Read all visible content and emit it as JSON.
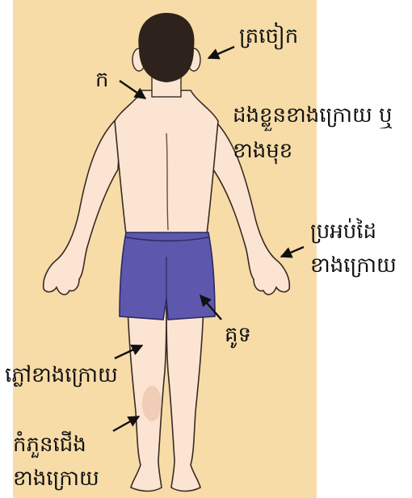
{
  "labels": {
    "ear": "ត្រចៀក",
    "neck": "ក",
    "back_line1": "ដងខ្លួនខាងក្រោយ ឬ",
    "back_line2": "ខាងមុខ",
    "hand_line1": "ប្រអប់ដៃ",
    "hand_line2": "ខាងក្រោយ",
    "buttocks": "គូទ",
    "thigh": "ភ្លៅខាងក្រោយ",
    "calf_line1": "កំភួនជើង",
    "calf_line2": "ខាងក្រោយ"
  },
  "colors": {
    "background_panel": "#f7dca8",
    "skin": "#fbe5d2",
    "skin_shadow": "#eec7b0",
    "hair": "#2e221c",
    "shorts": "#5d58ad",
    "outline": "#3a2a24",
    "arrow": "#111111"
  }
}
